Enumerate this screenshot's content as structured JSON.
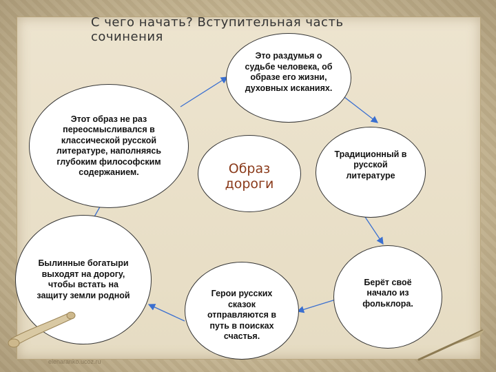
{
  "title": "С чего начать? Вступительная часть сочинения",
  "nodes": {
    "top_center": "Это раздумья о судьбе человека, об образе его жизни, духовных исканиях.",
    "left_top": "Этот образ не раз переосмысливался в классической русской литературе, наполняясь глубоким философским содержанием.",
    "center": "Образ дороги",
    "right_top": "Традиционный в русской литературе",
    "left_bottom": "Былинные богатыри выходят на дорогу, чтобы встать на защиту земли родной",
    "bottom_center": "Герои русских сказок отправляются в путь в поисках счастья.",
    "right_bottom": "Берёт своё начало из фольклора."
  },
  "watermark": "elenaranko.ucoz.ru",
  "colors": {
    "arrow": "#3a6fd0",
    "center_text": "#8a3a1a",
    "background": "#e6dcc3"
  }
}
